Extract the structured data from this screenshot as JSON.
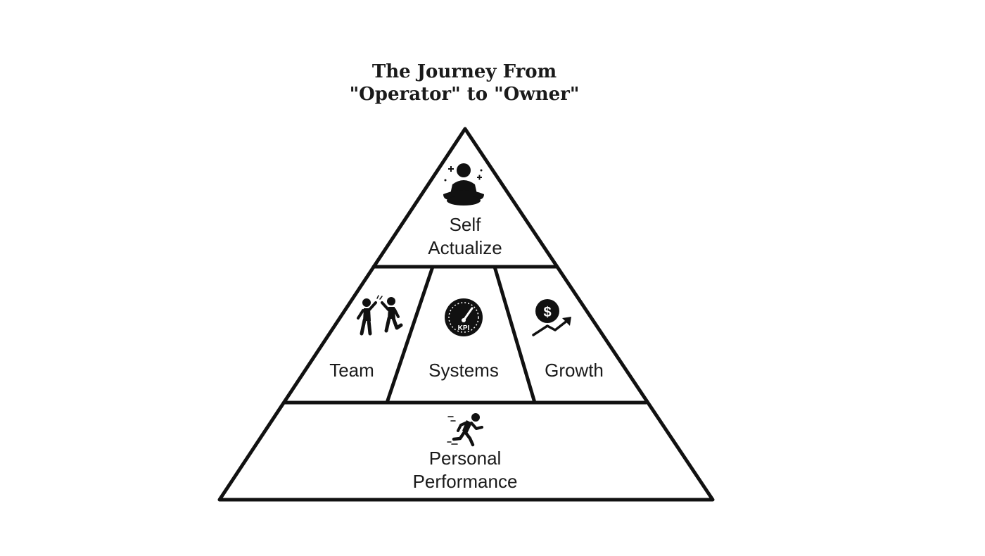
{
  "title": {
    "line1": "The Journey From",
    "line2": "\"Operator\" to \"Owner\""
  },
  "pyramid": {
    "top": {
      "line1": "Self",
      "line2": "Actualize",
      "icon": "meditation-icon"
    },
    "middle": [
      {
        "label": "Team",
        "icon": "high-five-icon"
      },
      {
        "label": "Systems",
        "icon": "kpi-gauge-icon",
        "icon_text": "KPI"
      },
      {
        "label": "Growth",
        "icon": "dollar-growth-icon",
        "icon_text": "$"
      }
    ],
    "base": {
      "line1": "Personal",
      "line2": "Performance",
      "icon": "running-person-icon"
    }
  },
  "colors": {
    "stroke": "#111111",
    "text": "#1a1a1a",
    "background": "#ffffff"
  }
}
